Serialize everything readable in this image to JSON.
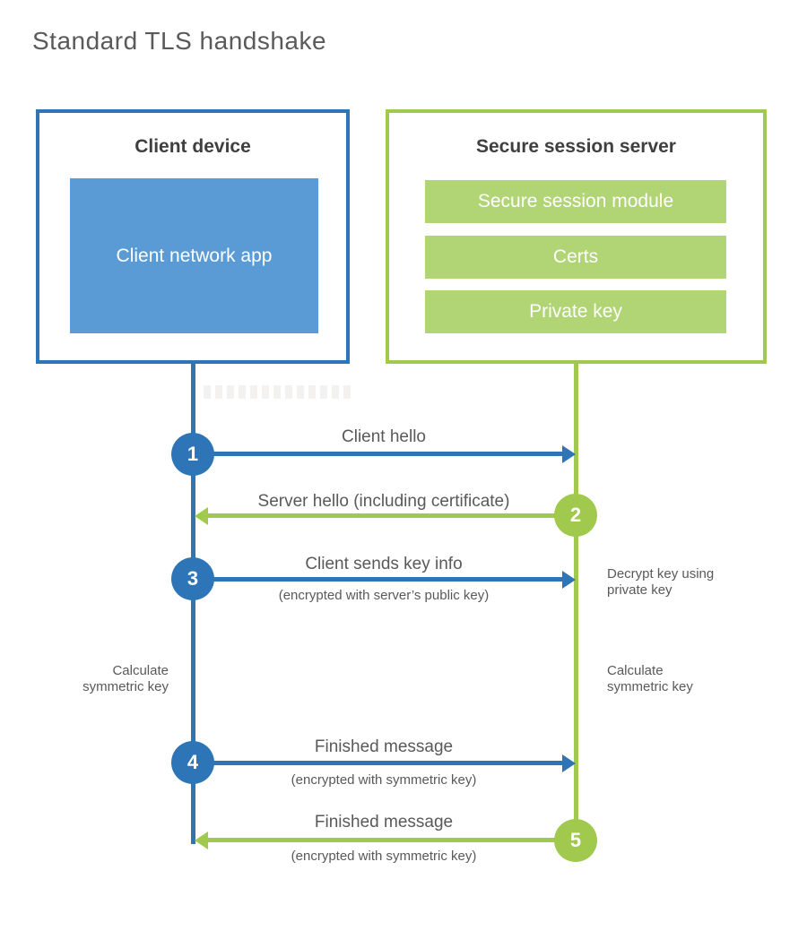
{
  "title": "Standard TLS handshake",
  "colors": {
    "blue": "#2e75b7",
    "blue_light": "#5b9bd5",
    "green": "#a0c94d",
    "green_light": "#b1d475",
    "heading_text": "#3f3f3f",
    "label_text": "#595959"
  },
  "client_box": {
    "heading": "Client device",
    "app_label": "Client network app"
  },
  "server_box": {
    "heading": "Secure session server",
    "modules": [
      "Secure session module",
      "Certs",
      "Private key"
    ]
  },
  "steps": [
    {
      "num": "1",
      "direction": "right",
      "from": "client",
      "label": "Client hello",
      "sublabel": ""
    },
    {
      "num": "2",
      "direction": "left",
      "from": "server",
      "label": "Server hello (including certificate)",
      "sublabel": ""
    },
    {
      "num": "3",
      "direction": "right",
      "from": "client",
      "label": "Client sends key info",
      "sublabel": "(encrypted with server’s public key)"
    },
    {
      "num": "4",
      "direction": "right",
      "from": "client",
      "label": "Finished message",
      "sublabel": "(encrypted with symmetric key)"
    },
    {
      "num": "5",
      "direction": "left",
      "from": "server",
      "label": "Finished message",
      "sublabel": "(encrypted with symmetric key)"
    }
  ],
  "notes": {
    "decrypt": "Decrypt key using private key",
    "client_calculate": "Calculate symmetric key",
    "server_calculate": "Calculate symmetric key"
  }
}
